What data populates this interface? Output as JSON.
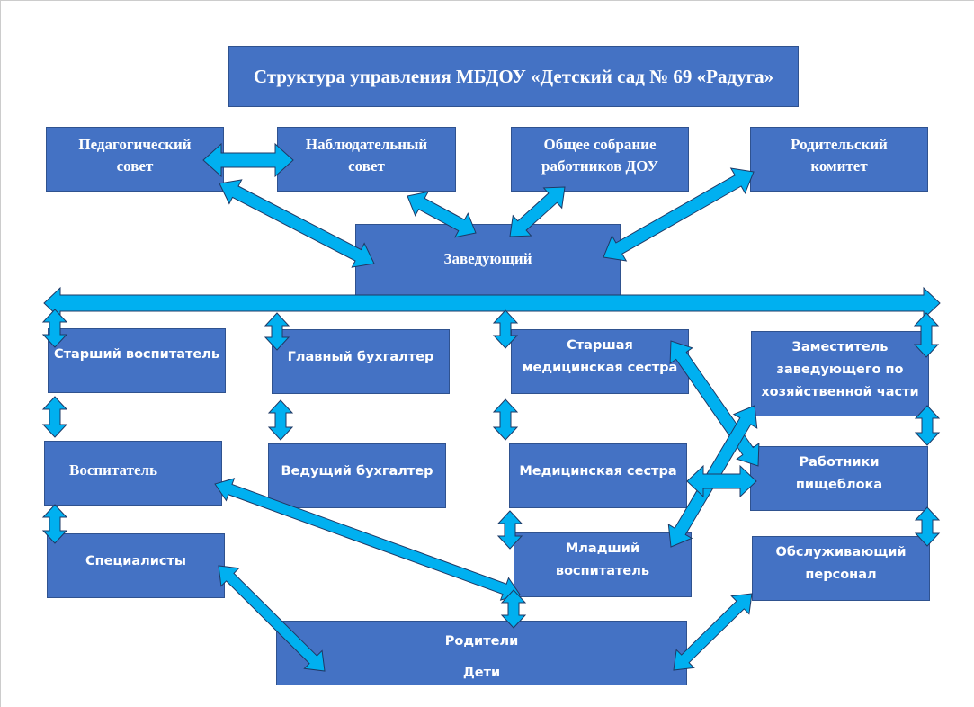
{
  "title": "Структура управления МБДОУ «Детский сад № 69 «Радуга»",
  "colors": {
    "box_fill": "#4472c4",
    "box_border": "#2f528f",
    "arrow_fill": "#00b0f0",
    "arrow_stroke": "#1f3864",
    "text": "#ffffff"
  },
  "nodes": {
    "ped_sovet": [
      "Педагогический",
      "совет"
    ],
    "nabl_sovet": [
      "Наблюдательный",
      "совет"
    ],
    "obshee_sobranie": [
      "Общее собрание",
      "работников ДОУ"
    ],
    "rod_komitet": [
      "Родительский",
      "комитет"
    ],
    "zaveduyushiy": [
      "Заведующий"
    ],
    "st_vospitatel": [
      "Старший воспитатель"
    ],
    "gl_buhgalter": [
      "Главный бухгалтер"
    ],
    "st_medsestra": [
      "Старшая",
      "медицинская сестра"
    ],
    "zam_zav": [
      "Заместитель",
      "заведующего по",
      "хозяйственной части"
    ],
    "vospitatel": [
      "Воспитатель"
    ],
    "ved_buhgalter": [
      "Ведущий бухгалтер"
    ],
    "medsestra": [
      "Медицинская сестра"
    ],
    "rab_pisheblok": [
      "Работники",
      "пищеблока"
    ],
    "specialisty": [
      "Специалисты"
    ],
    "ml_vospitatel": [
      "Младший",
      "воспитатель"
    ],
    "obsl_personal": [
      "Обслуживающий",
      "персонал"
    ],
    "roditeli_deti": [
      "Родители",
      "Дети"
    ]
  },
  "connections": [
    [
      "ped_sovet",
      "nabl_sovet"
    ],
    [
      "ped_sovet",
      "zaveduyushiy"
    ],
    [
      "nabl_sovet",
      "zaveduyushiy"
    ],
    [
      "obshee_sobranie",
      "zaveduyushiy"
    ],
    [
      "rod_komitet",
      "zaveduyushiy"
    ],
    [
      "zaveduyushiy",
      "horizontal_bus"
    ],
    [
      "horizontal_bus",
      "st_vospitatel"
    ],
    [
      "horizontal_bus",
      "gl_buhgalter"
    ],
    [
      "horizontal_bus",
      "st_medsestra"
    ],
    [
      "horizontal_bus",
      "zam_zav"
    ],
    [
      "st_vospitatel",
      "vospitatel"
    ],
    [
      "gl_buhgalter",
      "ved_buhgalter"
    ],
    [
      "st_medsestra",
      "medsestra"
    ],
    [
      "zam_zav",
      "rab_pisheblok"
    ],
    [
      "vospitatel",
      "specialisty"
    ],
    [
      "medsestra",
      "ml_vospitatel"
    ],
    [
      "rab_pisheblok",
      "obsl_personal"
    ],
    [
      "st_medsestra",
      "rab_pisheblok"
    ],
    [
      "zam_zav",
      "ml_vospitatel"
    ],
    [
      "medsestra",
      "rab_pisheblok"
    ],
    [
      "vospitatel",
      "ml_vospitatel"
    ],
    [
      "ml_vospitatel",
      "roditeli_deti"
    ],
    [
      "specialisty",
      "roditeli_deti"
    ],
    [
      "obsl_personal",
      "roditeli_deti"
    ]
  ]
}
